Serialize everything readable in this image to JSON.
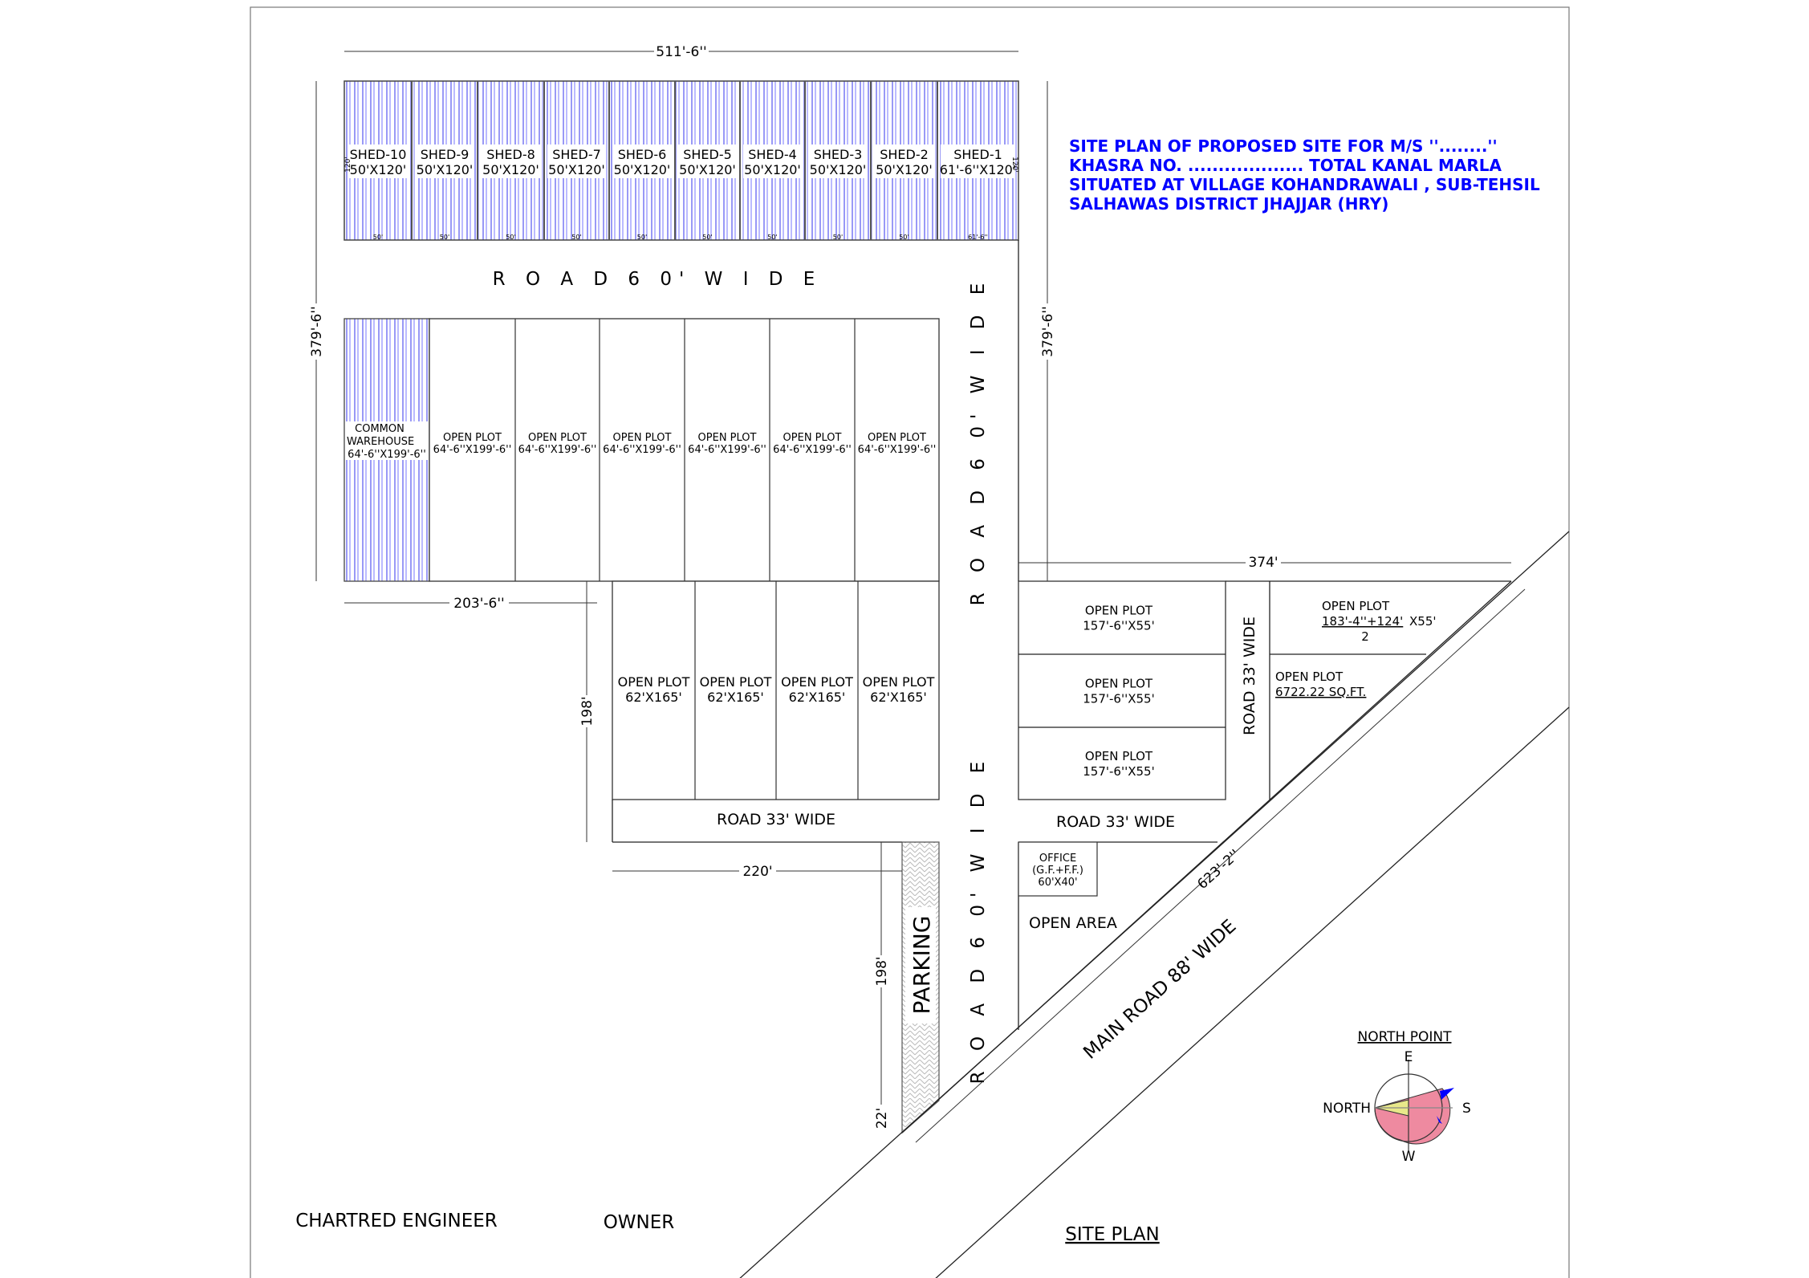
{
  "title_block": {
    "lines": [
      "SITE PLAN OF PROPOSED SITE FOR M/S ''........''",
      "KHASRA NO. ................... TOTAL  KANAL  MARLA",
      "SITUATED AT VILLAGE KOHANDRAWALI , SUB-TEHSIL",
      "SALHAWAS DISTRICT JHAJJAR  (HRY)"
    ],
    "color": "#0000ff"
  },
  "sheds": [
    {
      "name": "SHED-10",
      "size": "50'X120'",
      "width": "50'"
    },
    {
      "name": "SHED-9",
      "size": "50'X120'",
      "width": "50'"
    },
    {
      "name": "SHED-8",
      "size": "50'X120'",
      "width": "50'"
    },
    {
      "name": "SHED-7",
      "size": "50'X120'",
      "width": "50'"
    },
    {
      "name": "SHED-6",
      "size": "50'X120'",
      "width": "50'"
    },
    {
      "name": "SHED-5",
      "size": "50'X120'",
      "width": "50'"
    },
    {
      "name": "SHED-4",
      "size": "50'X120'",
      "width": "50'"
    },
    {
      "name": "SHED-3",
      "size": "50'X120'",
      "width": "50'"
    },
    {
      "name": "SHED-2",
      "size": "50'X120'",
      "width": "50'"
    },
    {
      "name": "SHED-1",
      "size": "61'-6''X120'",
      "width": "61'-6''"
    }
  ],
  "shed_depth_label": "120'",
  "warehouse": {
    "line1": "COMMON",
    "line2": "WAREHOUSE",
    "size": "64'-6''X199'-6''"
  },
  "row_plots": [
    {
      "label": "OPEN PLOT",
      "size": "64'-6''X199'-6''"
    },
    {
      "label": "OPEN PLOT",
      "size": "64'-6''X199'-6''"
    },
    {
      "label": "OPEN PLOT",
      "size": "64'-6''X199'-6''"
    },
    {
      "label": "OPEN PLOT",
      "size": "64'-6''X199'-6''"
    },
    {
      "label": "OPEN PLOT",
      "size": "64'-6''X199'-6''"
    },
    {
      "label": "OPEN PLOT",
      "size": "64'-6''X199'-6''"
    }
  ],
  "mid_plots": [
    {
      "label": "OPEN PLOT",
      "size": "62'X165'"
    },
    {
      "label": "OPEN PLOT",
      "size": "62'X165'"
    },
    {
      "label": "OPEN PLOT",
      "size": "62'X165'"
    },
    {
      "label": "OPEN PLOT",
      "size": "62'X165'"
    }
  ],
  "right_plots": [
    {
      "label": "OPEN PLOT",
      "size": "157'-6''X55'"
    },
    {
      "label": "OPEN PLOT",
      "size": "157'-6''X55'"
    },
    {
      "label": "OPEN PLOT",
      "size": "157'-6''X55'"
    }
  ],
  "corner_plot_top": {
    "label": "OPEN PLOT",
    "numerator": "183'-4''+124'",
    "suffix": "X55'",
    "denominator": "2"
  },
  "corner_plot_bottom": {
    "label": "OPEN PLOT",
    "area": "6722.22 SQ.FT."
  },
  "office": {
    "line1": "OFFICE",
    "line2": "(G.F.+F.F.)",
    "size": "60'X40'"
  },
  "open_area": "OPEN AREA",
  "parking": "PARKING",
  "roads": {
    "road60_h": "R O A D 6 0' W I D E",
    "road60_v_top": "R O A D 6 0' W I D E",
    "road60_v_bottom": "R O A D 6 0' W I D E",
    "road33_mid": "ROAD 33' WIDE",
    "road33_right": "ROAD 33' WIDE",
    "road33_vertical": "ROAD 33' WIDE",
    "main_road": "MAIN ROAD 88' WIDE"
  },
  "dimensions": {
    "top_width": "511'-6''",
    "left_height": "379'-6''",
    "right_height": "379'-6''",
    "right_width": "374'",
    "left_bottom_width": "203'-6''",
    "mid_height": "198'",
    "mid_width": "220'",
    "parking_height": "198'",
    "parking_extra": "22'",
    "diagonal": "623'-2''"
  },
  "north_point": {
    "title": "NORTH POINT",
    "north": "NORTH",
    "east": "E",
    "south": "S",
    "west": "W",
    "fill_main": "#ee8aa0",
    "fill_wedge": "#e8e88a",
    "arrow": "#0000ff"
  },
  "signatures": {
    "engineer": "CHARTRED ENGINEER",
    "owner": "OWNER",
    "drawing_title": "SITE PLAN"
  },
  "shed_color": "#3333ee"
}
